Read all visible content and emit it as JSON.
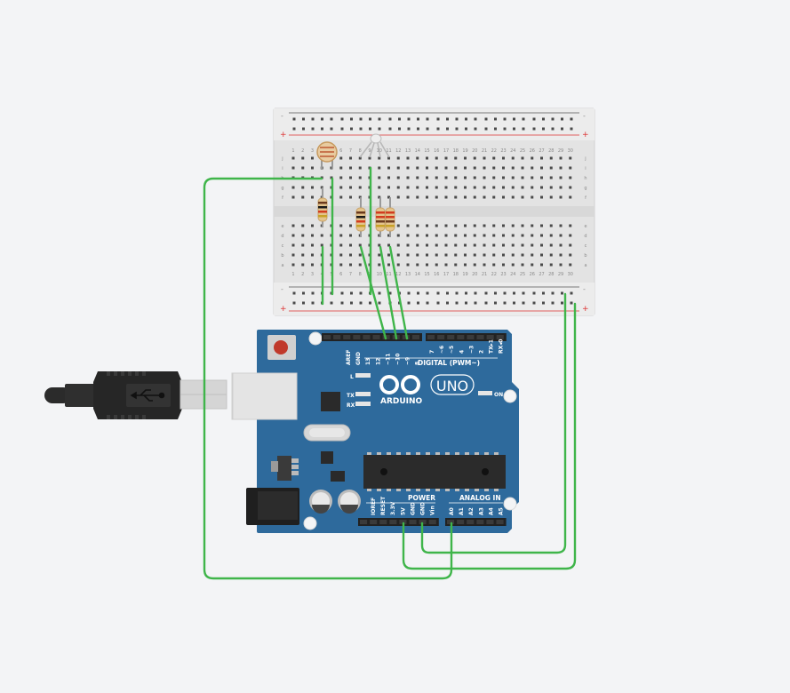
{
  "breadboard": {
    "rail_minus": "-",
    "rail_plus": "+",
    "row_letters_top": [
      "j",
      "i",
      "h",
      "g",
      "f"
    ],
    "row_letters_bottom": [
      "e",
      "d",
      "c",
      "b",
      "a"
    ],
    "column_count": 30
  },
  "arduino": {
    "brand": "ARDUINO",
    "model": "UNO",
    "digital_header": "DIGITAL (PWM~)",
    "power_header": "POWER",
    "analog_header": "ANALOG IN",
    "led_l": "L",
    "led_tx": "TX",
    "led_rx": "RX",
    "led_on": "ON",
    "digital_pins": [
      "AREF",
      "GND",
      "13",
      "12",
      "~11",
      "~10",
      "~9",
      "8",
      "7",
      "~6",
      "~5",
      "4",
      "~3",
      "2",
      "TX▸1",
      "RX◂0"
    ],
    "power_pins": [
      "IOREF",
      "RESET",
      "3.3V",
      "5V",
      "GND",
      "GND",
      "Vin"
    ],
    "analog_pins": [
      "A0",
      "A1",
      "A2",
      "A3",
      "A4",
      "A5"
    ]
  },
  "components": {
    "photoresistor": "photoresistor",
    "rgb_led": "rgb-led",
    "resistors": 4,
    "usb_cable": "usb-cable"
  },
  "colors": {
    "wire": "#3fb54a",
    "board": "#2e6a9c",
    "breadboard": "#e6e6e6"
  }
}
